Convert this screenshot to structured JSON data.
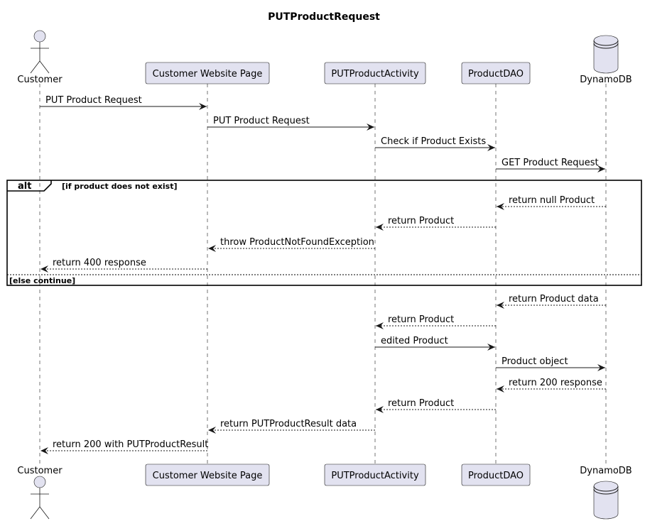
{
  "title": "PUTProductRequest",
  "colors": {
    "participant_fill": "#E2E2F0",
    "line": "#181818"
  },
  "participants": [
    {
      "id": "customer",
      "label": "Customer",
      "kind": "actor",
      "icon": "actor-icon"
    },
    {
      "id": "website",
      "label": "Customer Website Page",
      "kind": "box"
    },
    {
      "id": "activity",
      "label": "PUTProductActivity",
      "kind": "box"
    },
    {
      "id": "dao",
      "label": "ProductDAO",
      "kind": "box"
    },
    {
      "id": "db",
      "label": "DynamoDB",
      "kind": "database",
      "icon": "database-icon"
    }
  ],
  "alt_fragment": {
    "keyword": "alt",
    "guard": "[if product does not exist]",
    "else_guard": "[else continue]"
  },
  "messages": [
    {
      "from": "customer",
      "to": "website",
      "label": "PUT Product Request",
      "style": "solid"
    },
    {
      "from": "website",
      "to": "activity",
      "label": "PUT Product Request",
      "style": "solid"
    },
    {
      "from": "activity",
      "to": "dao",
      "label": "Check if Product Exists",
      "style": "solid"
    },
    {
      "from": "dao",
      "to": "db",
      "label": "GET Product Request",
      "style": "solid"
    },
    {
      "from": "db",
      "to": "dao",
      "label": "return null Product",
      "style": "dashed"
    },
    {
      "from": "dao",
      "to": "activity",
      "label": "return Product",
      "style": "dashed"
    },
    {
      "from": "activity",
      "to": "website",
      "label": "throw ProductNotFoundException",
      "style": "dashed"
    },
    {
      "from": "website",
      "to": "customer",
      "label": "return 400 response",
      "style": "dashed"
    },
    {
      "from": "db",
      "to": "dao",
      "label": "return Product data",
      "style": "dashed"
    },
    {
      "from": "dao",
      "to": "activity",
      "label": "return Product",
      "style": "dashed"
    },
    {
      "from": "activity",
      "to": "dao",
      "label": "edited Product",
      "style": "solid"
    },
    {
      "from": "dao",
      "to": "db",
      "label": "Product object",
      "style": "solid"
    },
    {
      "from": "db",
      "to": "dao",
      "label": "return 200 response",
      "style": "dashed"
    },
    {
      "from": "dao",
      "to": "activity",
      "label": "return Product",
      "style": "dashed"
    },
    {
      "from": "activity",
      "to": "website",
      "label": "return PUTProductResult data",
      "style": "dashed"
    },
    {
      "from": "website",
      "to": "customer",
      "label": "return 200 with PUTProductResult",
      "style": "dashed"
    }
  ]
}
